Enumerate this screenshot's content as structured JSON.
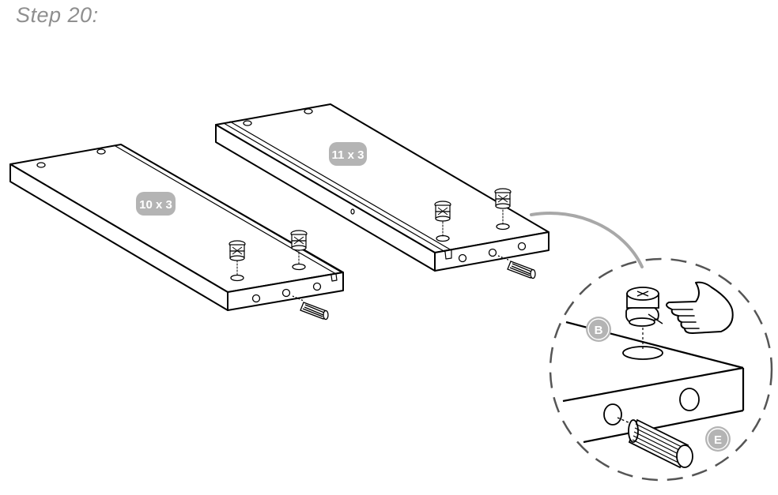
{
  "title": "Step 20:",
  "panels": [
    {
      "count_label": "10 x 3"
    },
    {
      "count_label": "11 x 3"
    }
  ],
  "detail": {
    "cam_badge": "B",
    "dowel_badge": "E"
  },
  "colors": {
    "title": "#8f8f8f",
    "badge": "#b4b4b4",
    "line": "#000000",
    "leader": "#a8a8a8"
  }
}
